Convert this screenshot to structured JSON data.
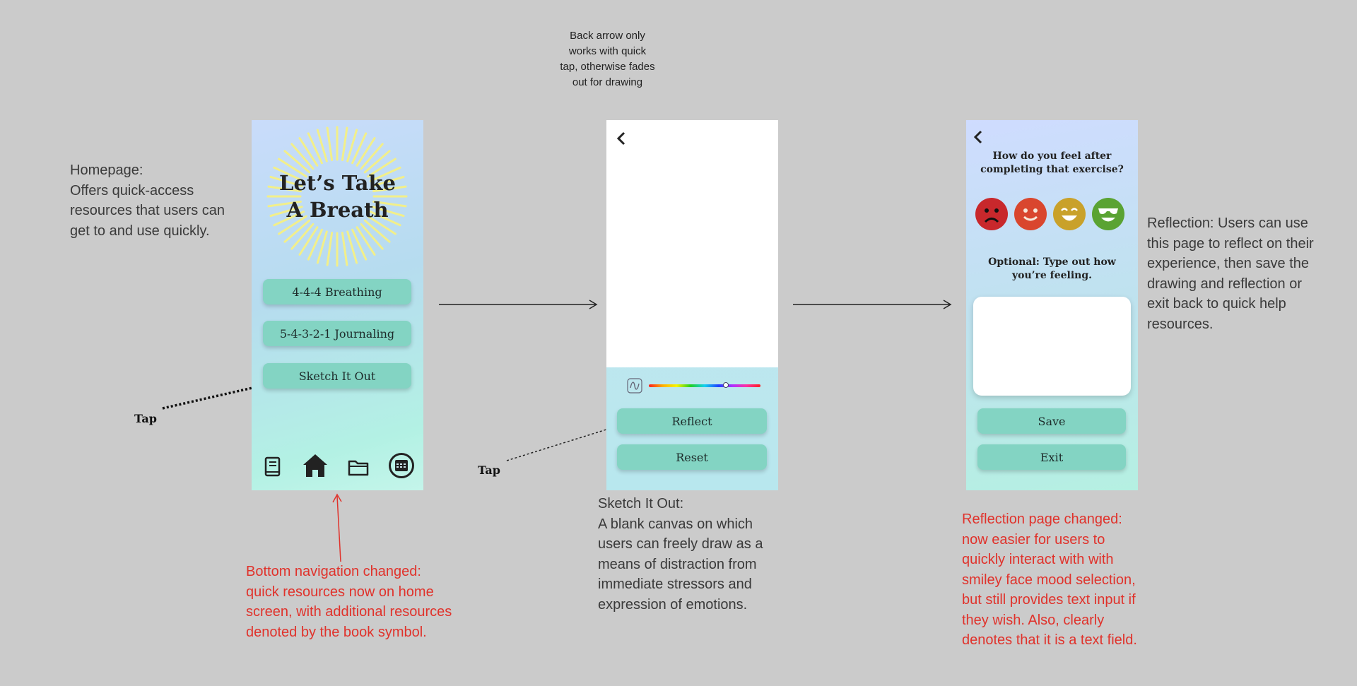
{
  "annotations": {
    "homepage": "Homepage:\nOffers quick-access\nresources that users can\nget to and use quickly.",
    "back_arrow": "Back arrow only\nworks with quick\ntap, otherwise fades\nout for drawing",
    "reflection": "Reflection: Users can use\nthis page to reflect on their\nexperience, then save the\ndrawing and reflection or\nexit back to quick help\nresources.",
    "sketch": "Sketch It Out:\nA blank canvas on which\nusers can freely draw as a\nmeans of distraction from\nimmediate stressors and\nexpression of emotions.",
    "bottom_nav_changed": "Bottom navigation changed:\nquick resources now on home\nscreen, with additional resources\ndenoted by the book symbol.",
    "reflection_changed": "Reflection page changed:\nnow easier for users to\nquickly interact with with\nsmiley face mood selection,\nbut still provides text input if\nthey wish. Also, clearly\ndenotes that it is a text field.",
    "tap_1": "Tap",
    "tap_2": "Tap"
  },
  "home_screen": {
    "title_line1": "Let’s Take",
    "title_line2": "A Breath",
    "buttons": [
      "4-4-4 Breathing",
      "5-4-3-2-1 Journaling",
      "Sketch It Out"
    ],
    "nav_icons": [
      "book-icon",
      "home-icon",
      "folder-icon",
      "calendar-icon"
    ]
  },
  "sketch_screen": {
    "back_icon": "chevron-left-icon",
    "brush_icon": "brush-stroke-icon",
    "color_slider_value": 0.69,
    "buttons": [
      "Reflect",
      "Reset"
    ]
  },
  "reflection_screen": {
    "back_icon": "chevron-left-icon",
    "question": "How do you feel after\ncompleting that exercise?",
    "moods": [
      {
        "name": "sad",
        "color": "#c8282c"
      },
      {
        "name": "neutral-smile",
        "color": "#d9462e"
      },
      {
        "name": "happy",
        "color": "#c9a12a"
      },
      {
        "name": "cool",
        "color": "#5aa332"
      }
    ],
    "optional_prompt": "Optional: Type out how\nyou’re feeling.",
    "text_field_value": "",
    "buttons": [
      "Save",
      "Exit"
    ]
  },
  "colors": {
    "background": "#cbcbcb",
    "button": "#83d4c3",
    "annotation_red": "#e0322b",
    "sun_rays": "#f2ef8a"
  }
}
